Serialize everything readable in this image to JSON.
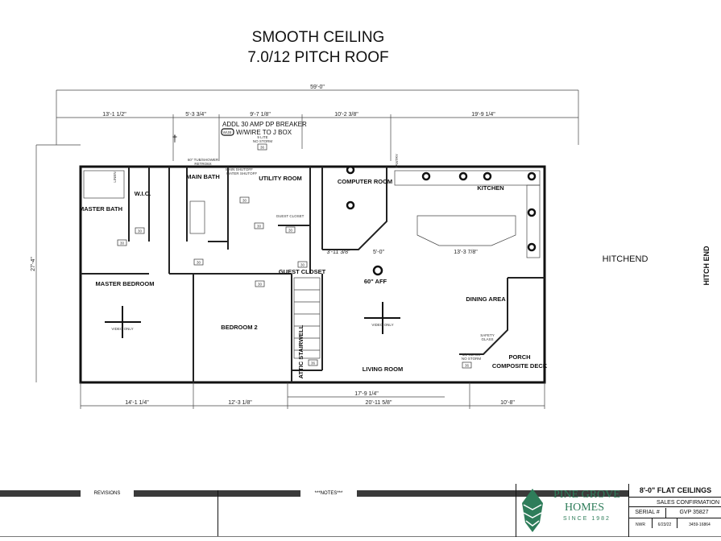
{
  "header": {
    "line1": "SMOOTH CEILING",
    "line2": "7.0/12 PITCH ROOF"
  },
  "dimensions": {
    "overall_width": "59'-0\"",
    "overall_depth": "27'-4\"",
    "top": [
      "13'-1 1/2\"",
      "5'-3 3/4\"",
      "9'-7 1/8\"",
      "10'-2 3/8\"",
      "19'-9 1/4\""
    ],
    "bottom": [
      "14'-1 1/4\"",
      "12'-3 1/8\"",
      "20'-11 5/8\"",
      "10'-8\""
    ],
    "bottom_inner": "17'-9 1/4\"",
    "interior": [
      "3'-11 3/8\"",
      "5'-0\"",
      "13'-3 7/8\""
    ]
  },
  "notes": {
    "breaker_line1": "ADDL 30 AMP DP BREAKER",
    "breaker_tag": "W/JB",
    "breaker_line2": "W/WIRE TO J BOX",
    "window_top": "9 LITE",
    "window_top2": "NO STORM",
    "window_num": "36",
    "tub": "60\" TUB/SHOWER",
    "tub2": "RETRO6X",
    "main_shutoff": "MAIN SHUTOFF",
    "water_shutoff": "WATER SHUTOFF",
    "guest_closet_small": "GUEST CLOSET",
    "pantry": "PANTRY",
    "linen": "LINEN",
    "safety_glass": "SAFETY",
    "safety_glass2": "GLASS",
    "glass_door": "1/2 GLASS",
    "glass_door2": "NO STORM",
    "door_num": "36",
    "fan_note": "60\" AFF",
    "fan_label": "VIDEO ONLY",
    "hitch_end": "HITCH END",
    "hitchend": "HITCHEND",
    "nums": [
      "30",
      "30",
      "30",
      "30",
      "30",
      "30",
      "30",
      "30",
      "36"
    ]
  },
  "rooms": {
    "master_bath": "MASTER BATH",
    "wic": "W.I.C.",
    "main_bath": "MAIN BATH",
    "utility": "UTILITY ROOM",
    "computer": "COMPUTER ROOM",
    "kitchen": "KITCHEN",
    "master_bedroom": "MASTER BEDROOM",
    "bedroom2": "BEDROOM 2",
    "guest_closet": "GUEST CLOSET",
    "attic_stairwell": "ATTIC STAIRWELL",
    "dining": "DINING AREA",
    "living": "LIVING ROOM",
    "porch": "PORCH",
    "porch2": "COMPOSITE DECK"
  },
  "title_block": {
    "revisions": "REVISIONS",
    "notes": "***NOTES***",
    "logo_line1": "PINE GROVE",
    "logo_line2": "HOMES",
    "logo_line3": "SINCE 1982",
    "ceilings": "8'-0\" FLAT CEILINGS",
    "drawing_name": "SALES CONFIRMATION",
    "serial_label": "SERIAL #",
    "serial": "GVP 35827",
    "drawn_by": "NWR",
    "date": "6/23/22",
    "model": "3459-16864"
  },
  "colors": {
    "logo_green": "#2e7d5a",
    "bar": "#3a3a3a"
  }
}
